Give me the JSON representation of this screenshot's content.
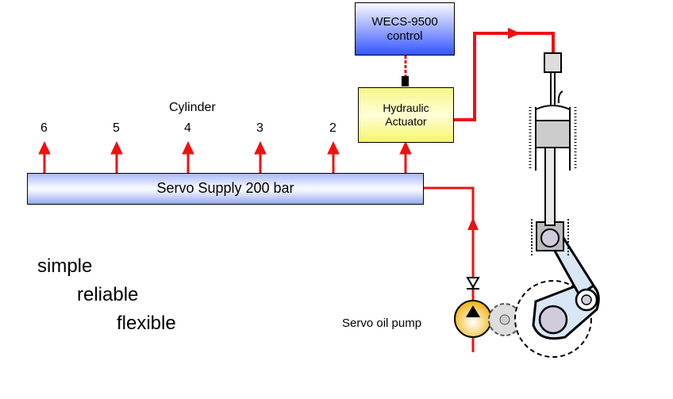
{
  "diagram": {
    "control_box": {
      "line1": "WECS-9500",
      "line2": "control"
    },
    "actuator_box": {
      "line1": "Hydraulic",
      "line2": "Actuator"
    },
    "supply_rail": {
      "label": "Servo Supply 200 bar"
    },
    "cylinder_header": "Cylinder",
    "cylinders": [
      "6",
      "5",
      "4",
      "3",
      "2"
    ],
    "pump_label": "Servo oil pump",
    "taglines": [
      "simple",
      "reliable",
      "flexible"
    ],
    "colors": {
      "pipe": "#ee1111",
      "control": "#3355ff",
      "actuator": "#f5f56a",
      "rail": "#a8b8ff",
      "pump": "#f5c030"
    }
  }
}
